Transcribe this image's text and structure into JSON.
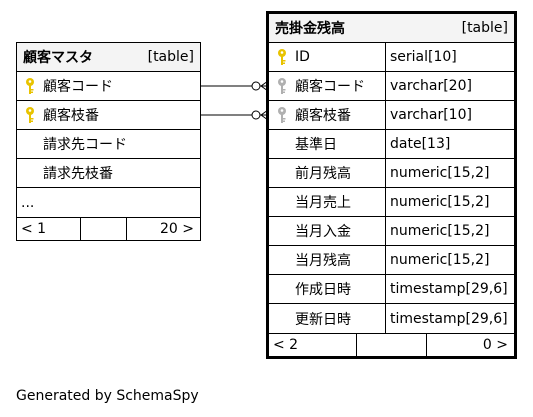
{
  "customer_table": {
    "name": "顧客マスタ",
    "type": "[table]",
    "columns": [
      {
        "name": "顧客コード",
        "key": "primary"
      },
      {
        "name": "顧客枝番",
        "key": "primary"
      },
      {
        "name": "請求先コード",
        "key": "none"
      },
      {
        "name": "請求先枝番",
        "key": "none"
      },
      {
        "name": "...",
        "key": "ellipsis"
      }
    ],
    "footer": {
      "left": "< 1",
      "right": "20 >"
    }
  },
  "receivable_table": {
    "name": "売掛金残高",
    "type": "[table]",
    "columns": [
      {
        "name": "ID",
        "type": "serial[10]",
        "key": "primary"
      },
      {
        "name": "顧客コード",
        "type": "varchar[20]",
        "key": "foreign"
      },
      {
        "name": "顧客枝番",
        "type": "varchar[10]",
        "key": "foreign"
      },
      {
        "name": "基準日",
        "type": "date[13]",
        "key": "none"
      },
      {
        "name": "前月残高",
        "type": "numeric[15,2]",
        "key": "none"
      },
      {
        "name": "当月売上",
        "type": "numeric[15,2]",
        "key": "none"
      },
      {
        "name": "当月入金",
        "type": "numeric[15,2]",
        "key": "none"
      },
      {
        "name": "当月残高",
        "type": "numeric[15,2]",
        "key": "none"
      },
      {
        "name": "作成日時",
        "type": "timestamp[29,6]",
        "key": "none"
      },
      {
        "name": "更新日時",
        "type": "timestamp[29,6]",
        "key": "none"
      }
    ],
    "footer": {
      "left": "< 2",
      "right": "0 >"
    }
  },
  "caption": "Generated by SchemaSpy",
  "colors": {
    "primary_key": "#e8c300",
    "foreign_key": "#b0b0b0",
    "header_bg": "#f4f4f4"
  }
}
